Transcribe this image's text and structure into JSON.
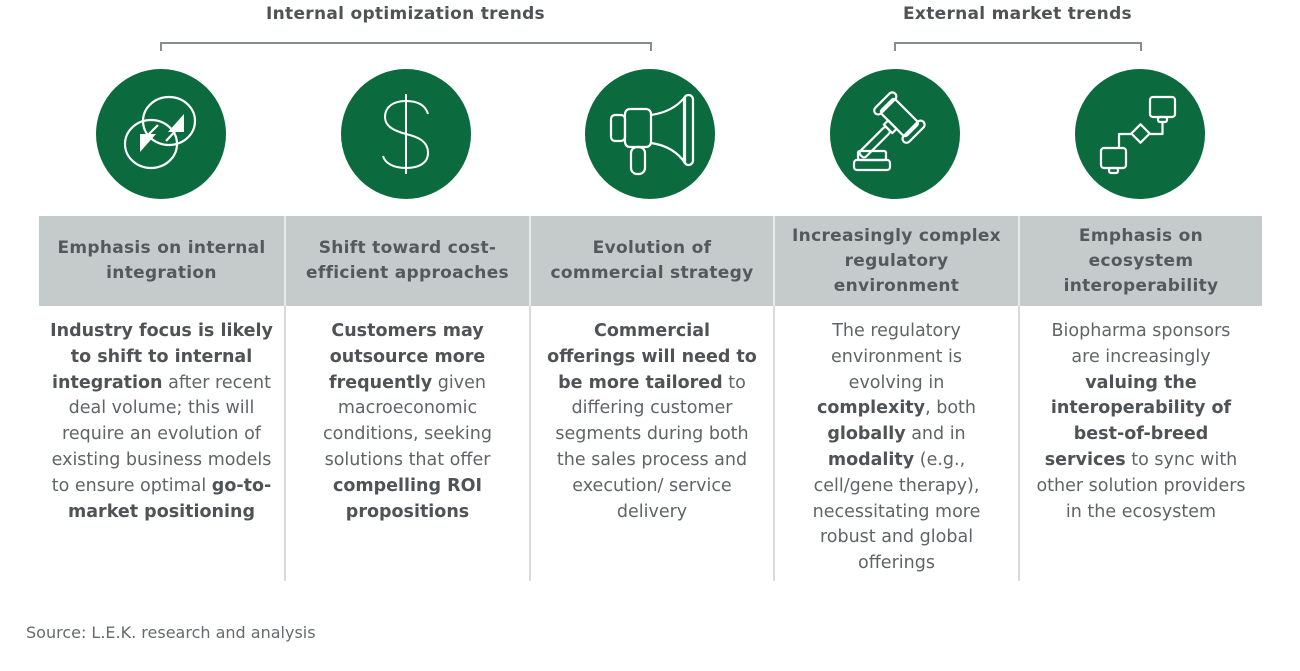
{
  "groups": [
    {
      "title": "Internal optimization trends",
      "spans_columns": [
        0,
        1,
        2
      ]
    },
    {
      "title": "External market trends",
      "spans_columns": [
        3,
        4
      ]
    }
  ],
  "colors": {
    "icon_circle": "#0c6b3e",
    "header_band": "#c5cbcb",
    "bracket": "#8a8d90",
    "text": "#55595c"
  },
  "columns": [
    {
      "icon": "integration-arrows-icon",
      "header": "Emphasis on internal integration",
      "body": [
        {
          "text": "Industry focus is likely to shift to internal integration",
          "bold": true
        },
        {
          "text": " after recent deal volume; this will require an evolution of existing business models to ensure optimal ",
          "bold": false
        },
        {
          "text": "go-to-market positioning",
          "bold": true
        }
      ]
    },
    {
      "icon": "dollar-icon",
      "header": "Shift toward cost-efficient approaches",
      "body": [
        {
          "text": "Customers may outsource more frequently",
          "bold": true
        },
        {
          "text": " given macroeconomic conditions, seeking solutions that offer ",
          "bold": false
        },
        {
          "text": "compelling ROI propositions",
          "bold": true
        }
      ]
    },
    {
      "icon": "megaphone-icon",
      "header": "Evolution of commercial strategy",
      "body": [
        {
          "text": "Commercial offerings will need to be more tailored",
          "bold": true
        },
        {
          "text": " to differing customer segments during both the sales process and execution/ service delivery",
          "bold": false
        }
      ]
    },
    {
      "icon": "gavel-icon",
      "header": "Increasingly complex regulatory environment",
      "body": [
        {
          "text": "The regulatory environment is evolving in ",
          "bold": false
        },
        {
          "text": "complexity",
          "bold": true
        },
        {
          "text": ", both ",
          "bold": false
        },
        {
          "text": "globally",
          "bold": true
        },
        {
          "text": " and in ",
          "bold": false
        },
        {
          "text": "modality",
          "bold": true
        },
        {
          "text": " (e.g., cell/gene therapy), necessitating more robust and global offerings",
          "bold": false
        }
      ]
    },
    {
      "icon": "connected-systems-icon",
      "header": "Emphasis on ecosystem interoperability",
      "body": [
        {
          "text": "Biopharma sponsors are increasingly ",
          "bold": false
        },
        {
          "text": "valuing the interoperability of best-of-breed services",
          "bold": true
        },
        {
          "text": " to sync with other solution providers in the ecosystem",
          "bold": false
        }
      ]
    }
  ],
  "footer": {
    "source": "Source: L.E.K. research and analysis"
  }
}
